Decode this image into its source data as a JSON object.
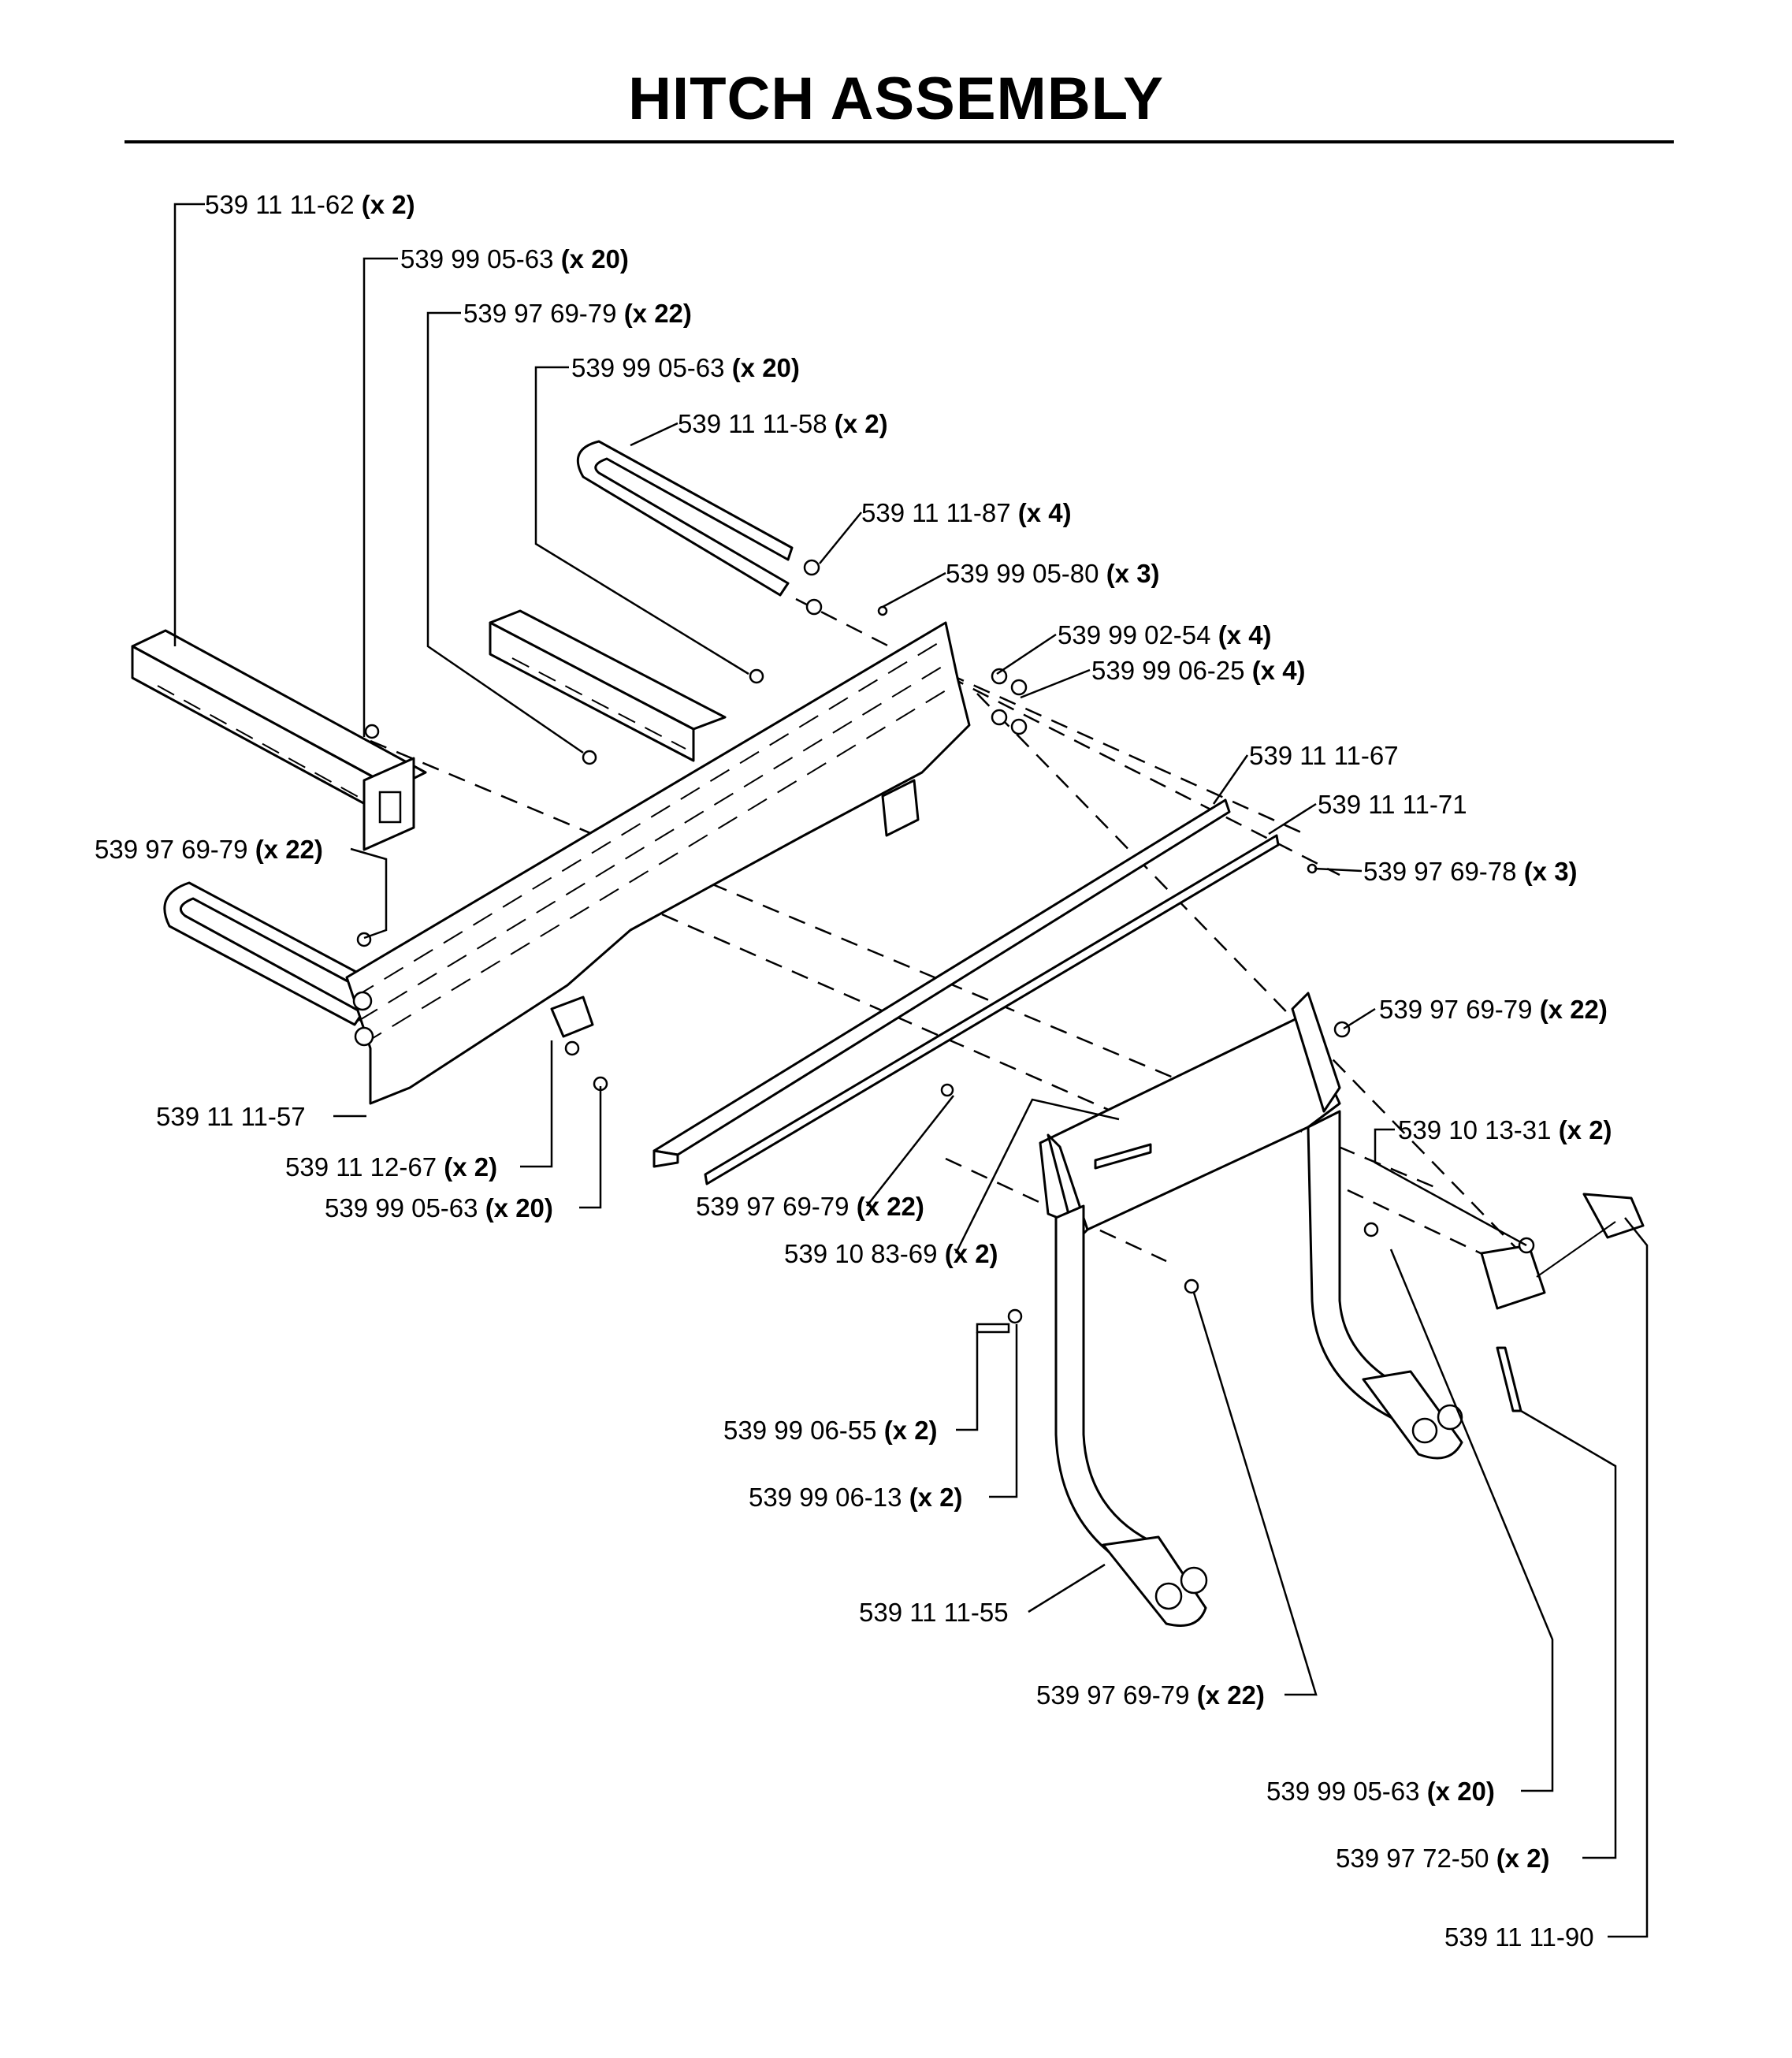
{
  "title": "HITCH ASSEMBLY",
  "callouts": [
    {
      "part": "539 11 11-62",
      "qty": "(x 2)"
    },
    {
      "part": "539 99 05-63",
      "qty": "(x 20)"
    },
    {
      "part": "539 97 69-79",
      "qty": "(x 22)"
    },
    {
      "part": "539 99 05-63",
      "qty": "(x 20)"
    },
    {
      "part": "539 11 11-58",
      "qty": "(x 2)"
    },
    {
      "part": "539 11 11-87",
      "qty": "(x 4)"
    },
    {
      "part": "539 99 05-80",
      "qty": "(x 3)"
    },
    {
      "part": "539 99 02-54",
      "qty": "(x 4)"
    },
    {
      "part": "539 99 06-25",
      "qty": "(x 4)"
    },
    {
      "part": "539 11 11-67",
      "qty": ""
    },
    {
      "part": "539 11 11-71",
      "qty": ""
    },
    {
      "part": "539 97 69-78",
      "qty": "(x 3)"
    },
    {
      "part": "539 97 69-79",
      "qty": "(x 22)"
    },
    {
      "part": "539 97 69-79",
      "qty": "(x 22)"
    },
    {
      "part": "539 10 13-31",
      "qty": "(x 2)"
    },
    {
      "part": "539 11 11-57",
      "qty": ""
    },
    {
      "part": "539 11 12-67",
      "qty": "(x 2)"
    },
    {
      "part": "539 99 05-63",
      "qty": "(x 20)"
    },
    {
      "part": "539 97 69-79",
      "qty": "(x 22)"
    },
    {
      "part": "539 10 83-69",
      "qty": "(x 2)"
    },
    {
      "part": "539 99 06-55",
      "qty": "(x 2)"
    },
    {
      "part": "539 99 06-13",
      "qty": "(x 2)"
    },
    {
      "part": "539 11 11-55",
      "qty": ""
    },
    {
      "part": "539 97 69-79",
      "qty": "(x 22)"
    },
    {
      "part": "539 99 05-63",
      "qty": "(x 20)"
    },
    {
      "part": "539 97 72-50",
      "qty": "(x 2)"
    },
    {
      "part": "539 11 11-90",
      "qty": ""
    }
  ]
}
